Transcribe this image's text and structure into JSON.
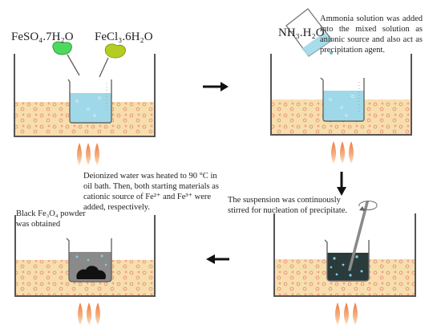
{
  "labels": {
    "reagent_fe2": "FeSO₄.7H₂O",
    "reagent_fe3": "FeCl₃.6H₂O",
    "reagent_base": "NH₃.H₂O"
  },
  "steps": {
    "step1": "Deionized water was heated to 90 °C in oil bath. Then, both starting materials as cationic source of Fe²⁺ and Fe³⁺ were added, respectively.",
    "step2": "Ammonia solution was added into the mixed solution as anionic source and also act as precipitation agent.",
    "step3": "The suspension was continuously stirred for nucleation of precipitate.",
    "step4": "Black Fe₃O₄ powder was obtained"
  },
  "colors": {
    "oil": "#f7dfad",
    "oil_bubble": "#e98b7a",
    "water": "#9fd8e8",
    "suspension": "#2b3a3a",
    "powder_liquid": "#8a8a8a",
    "flame_outer": "#f5b183",
    "flame_inner": "#f07a3a",
    "fe2_salt": "#4cd95e",
    "fe3_salt": "#b5cc20"
  }
}
